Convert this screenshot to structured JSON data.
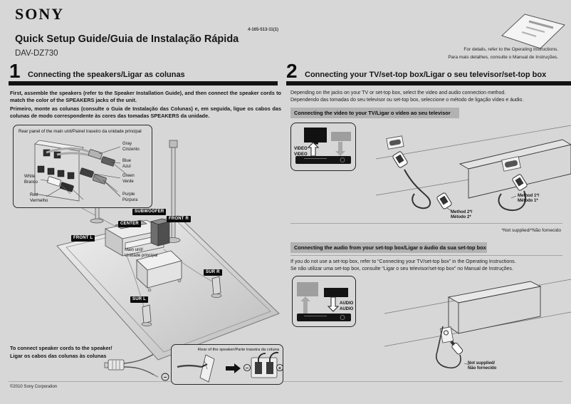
{
  "page": {
    "brand": "SONY",
    "part_number": "4-165-513-11(1)",
    "title": "Quick Setup Guide/Guia de Instalação Rápida",
    "model": "DAV-DZ730",
    "note_line1": "For details, refer to the Operating Instructions.",
    "note_line2": "Para mais detalhes, consulte o Manual de Instruções.",
    "copyright": "©2010 Sony Corporation",
    "colors": {
      "page_bg": "#d7d7d7",
      "black_bar": "#121212",
      "heading_gray": "#b2b2b2"
    }
  },
  "section1": {
    "number": "1",
    "heading": "Connecting the speakers/Ligar as colunas",
    "intro_en": "First, assemble the speakers (refer to the Speaker Installation Guide), and then connect the speaker cords to match the color of the SPEAKERS jacks of the unit.",
    "intro_pt": "Primeiro, monte as colunas (consulte o Guia de Instalação das Colunas) e, em seguida, ligue os cabos das colunas de modo correspondente às cores das tomadas SPEAKERS da unidade.",
    "rear_panel_title": "Rear panel of the main unit/Painel traseiro da unidade principal",
    "cord_labels": {
      "gray_en": "Gray",
      "gray_pt": "Cinzento",
      "blue_en": "Blue",
      "blue_pt": "Azul",
      "green_en": "Green",
      "green_pt": "Verde",
      "purple_en": "Purple",
      "purple_pt": "Púrpura",
      "white_en": "White",
      "white_pt": "Branco",
      "red_en": "Red",
      "red_pt": "Vermelho"
    },
    "badges": [
      "FRONT L",
      "CENTER",
      "SUBWOOFER",
      "FRONT R",
      "SUR R",
      "SUR L"
    ],
    "main_unit_line1": "Main unit/",
    "main_unit_line2": "Unidade principal",
    "connect_line1": "To connect speaker cords to the speaker/",
    "connect_line2": "Ligar os cabos das colunas às colunas",
    "speaker_rear_title": "Rear of the speaker/Parte traseira da coluna",
    "plus_sign": "+",
    "minus_sign": "−"
  },
  "section2": {
    "number": "2",
    "heading": "Connecting your TV/set-top box/Ligar o seu televisor/set-top box",
    "intro_en": "Depending on the jacks on your TV or set-top box, select the video and audio connection method.",
    "intro_pt": "Dependendo das tomadas do seu televisor ou set-top box, seleccione o método de ligação vídeo e áudio.",
    "video": {
      "heading": "Connecting the video to your TV/Ligar o vídeo ao seu televisor",
      "jack_label": "VIDEO",
      "method1_line1": "Method 1*/",
      "method1_line2": "Método 1*",
      "method2_line1": "Method 2*/",
      "method2_line2": "Método 2*",
      "not_supplied": "*Not supplied/*Não fornecido"
    },
    "audio": {
      "heading": "Connecting the audio from your set-top box/Ligar o áudio da sua set-top box",
      "body_en": "If you do not use a set-top box, refer to “Connecting your TV/set-top box” in the Operating Instructions.",
      "body_pt": "Se não utilizar uma set-top box, consulte “Ligar o seu televisor/set-top box” no Manual de Instruções.",
      "jack_label": "AUDIO",
      "not_supplied_line1": "Not supplied/",
      "not_supplied_line2": "Não fornecido"
    }
  }
}
